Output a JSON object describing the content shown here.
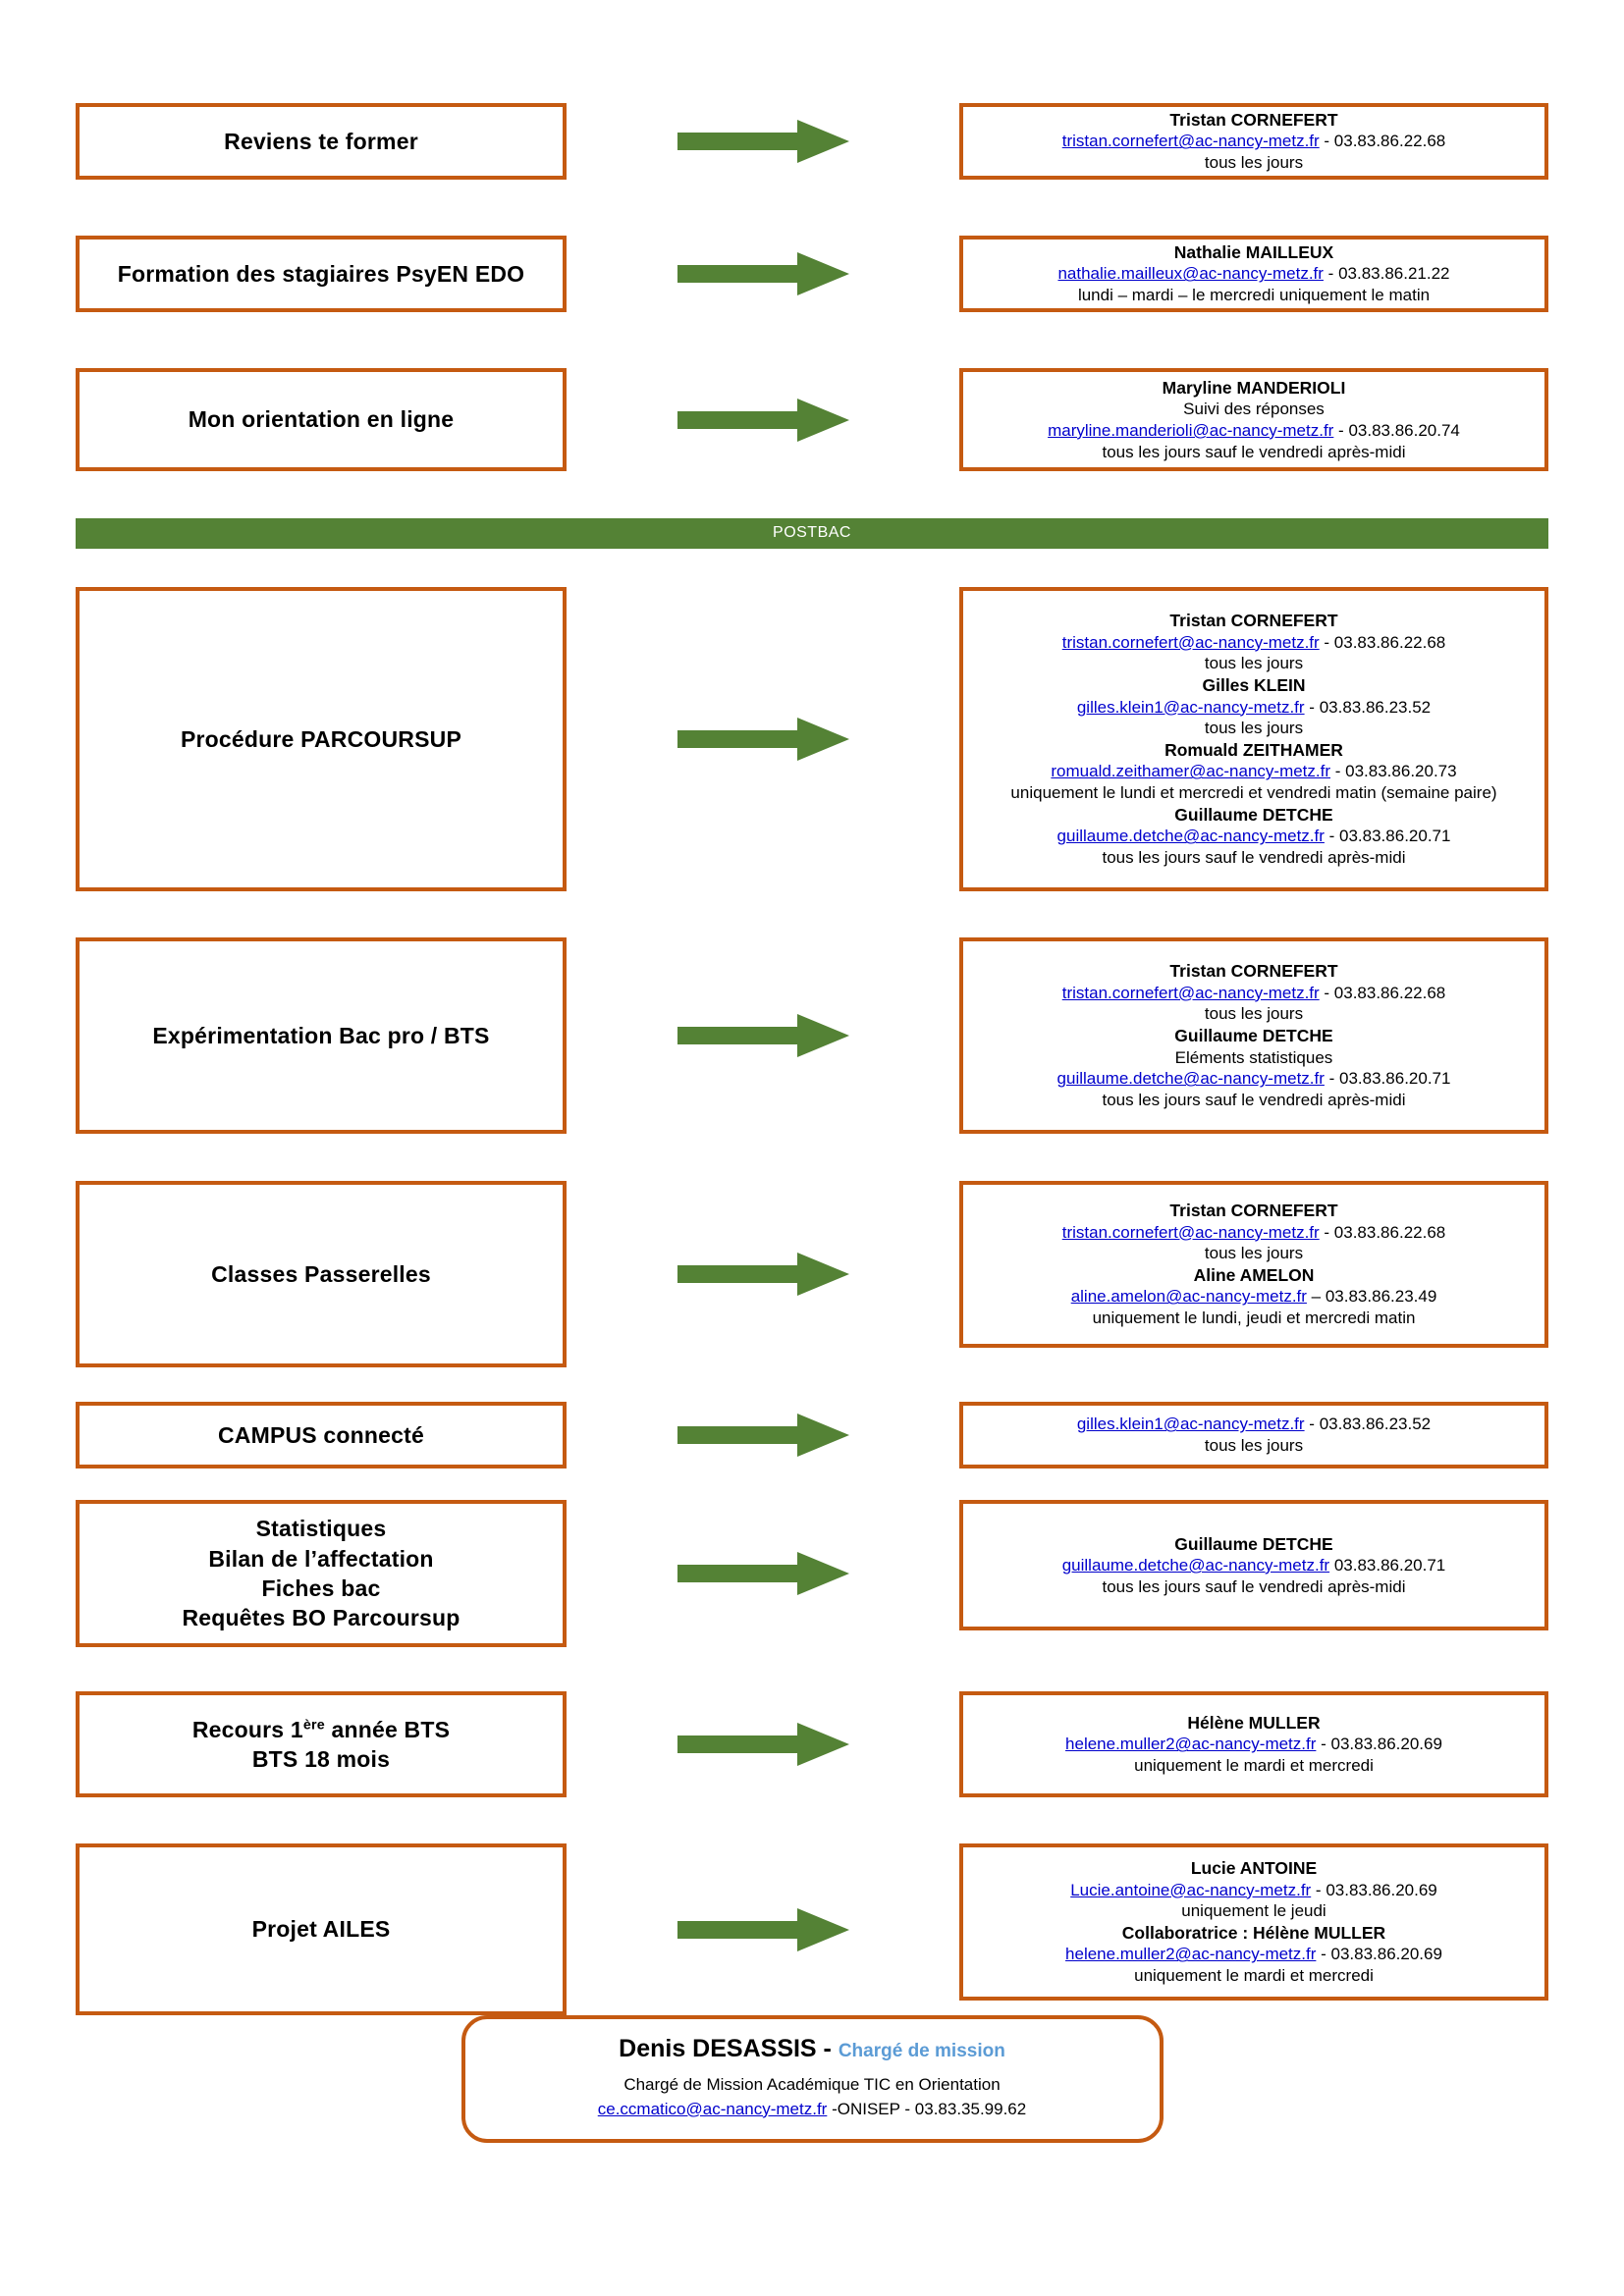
{
  "colors": {
    "box_border": "#C55A11",
    "arrow_green": "#548235",
    "banner_green": "#548235",
    "link_blue": "#0000CC",
    "role_blue": "#5B9BD5",
    "text": "#000000",
    "page_background": "#FFFFFF"
  },
  "banner": {
    "postbac_label": "POSTBAC"
  },
  "rows": [
    {
      "id": "reviens-te-former",
      "label": "Reviens te former",
      "contacts": [
        {
          "name": "Tristan CORNEFERT",
          "email": "tristan.cornefert@ac-nancy-metz.fr",
          "separator": " - ",
          "phone": "03.83.86.22.68",
          "availability": "tous les jours"
        }
      ]
    },
    {
      "id": "formation-stagiaires-psyen-edo",
      "label": "Formation des stagiaires PsyEN EDO",
      "contacts": [
        {
          "name": "Nathalie MAILLEUX",
          "email": "nathalie.mailleux@ac-nancy-metz.fr",
          "separator": " - ",
          "phone": "03.83.86.21.22",
          "availability": "lundi – mardi – le mercredi uniquement le matin"
        }
      ]
    },
    {
      "id": "mon-orientation-en-ligne",
      "label": "Mon orientation en ligne",
      "contacts": [
        {
          "name": "Maryline MANDERIOLI",
          "role": "Suivi des réponses",
          "email": "maryline.manderioli@ac-nancy-metz.fr",
          "separator": " - ",
          "phone": "03.83.86.20.74",
          "availability": "tous les jours sauf le vendredi après-midi"
        }
      ]
    },
    {
      "id": "procedure-parcoursup",
      "label": "Procédure PARCOURSUP",
      "contacts": [
        {
          "name": "Tristan CORNEFERT",
          "email": "tristan.cornefert@ac-nancy-metz.fr",
          "separator": " - ",
          "phone": "03.83.86.22.68",
          "availability": "tous les jours"
        },
        {
          "name": "Gilles KLEIN",
          "email": "gilles.klein1@ac-nancy-metz.fr",
          "separator": " - ",
          "phone": "03.83.86.23.52",
          "availability": "tous les jours"
        },
        {
          "name": "Romuald ZEITHAMER",
          "email": "romuald.zeithamer@ac-nancy-metz.fr",
          "separator": " - ",
          "phone": "03.83.86.20.73",
          "availability": "uniquement le lundi et mercredi et vendredi matin (semaine paire)"
        },
        {
          "name": "Guillaume DETCHE",
          "email": "guillaume.detche@ac-nancy-metz.fr",
          "separator": " - ",
          "phone": "03.83.86.20.71",
          "availability": "tous les jours sauf le vendredi après-midi"
        }
      ]
    },
    {
      "id": "experimentation-bac-pro-bts",
      "label": "Expérimentation Bac pro / BTS",
      "contacts": [
        {
          "name": "Tristan CORNEFERT",
          "email": "tristan.cornefert@ac-nancy-metz.fr",
          "separator": " - ",
          "phone": "03.83.86.22.68",
          "availability": "tous les jours"
        },
        {
          "name": "Guillaume DETCHE",
          "role": "Eléments statistiques",
          "email": "guillaume.detche@ac-nancy-metz.fr",
          "separator": " - ",
          "phone": "03.83.86.20.71",
          "availability": "tous les jours sauf le vendredi après-midi"
        }
      ]
    },
    {
      "id": "classes-passerelles",
      "label": "Classes Passerelles",
      "contacts": [
        {
          "name": "Tristan CORNEFERT",
          "email": "tristan.cornefert@ac-nancy-metz.fr",
          "separator": " - ",
          "phone": "03.83.86.22.68",
          "availability": "tous les jours"
        },
        {
          "name": "Aline AMELON",
          "email": "aline.amelon@ac-nancy-metz.fr",
          "separator": " – ",
          "phone": "03.83.86.23.49",
          "availability": "uniquement le lundi, jeudi et mercredi matin"
        }
      ]
    },
    {
      "id": "campus-connecte",
      "label": "CAMPUS connecté",
      "contacts": [
        {
          "name": "",
          "email": "gilles.klein1@ac-nancy-metz.fr",
          "separator": " - ",
          "phone": "03.83.86.23.52",
          "availability": "tous les jours"
        }
      ]
    },
    {
      "id": "statistiques-bilan-fiches-requetes",
      "label": "Statistiques\nBilan de l’affectation\nFiches bac\nRequêtes BO Parcoursup",
      "contacts": [
        {
          "name": "Guillaume DETCHE",
          "email": "guillaume.detche@ac-nancy-metz.fr",
          "separator": " ",
          "phone": "03.83.86.20.71",
          "availability": "tous les jours sauf le vendredi après-midi"
        }
      ]
    },
    {
      "id": "recours-1ere-annee-bts",
      "label": "Recours 1<sup>ère</sup> année BTS\nBTS 18 mois",
      "contacts": [
        {
          "name": "Hélène MULLER",
          "email": "helene.muller2@ac-nancy-metz.fr",
          "separator": " - ",
          "phone": "03.83.86.20.69",
          "availability": "uniquement le mardi et mercredi"
        }
      ]
    },
    {
      "id": "projet-ailes",
      "label": "Projet AILES",
      "contacts": [
        {
          "name": "Lucie ANTOINE",
          "email": "Lucie.antoine@ac-nancy-metz.fr",
          "separator": " - ",
          "phone": "03.83.86.20.69",
          "availability": "uniquement le jeudi"
        },
        {
          "name": "Collaboratrice : Hélène MULLER",
          "email": "helene.muller2@ac-nancy-metz.fr",
          "separator": " - ",
          "phone": "03.83.86.20.69",
          "availability": "uniquement le mardi et mercredi"
        }
      ]
    }
  ],
  "footer": {
    "name": "Denis DESASSIS",
    "dash": " - ",
    "role": "Chargé de mission",
    "subtitle": "Chargé de Mission Académique TIC en Orientation",
    "email": "ce.ccmatico@ac-nancy-metz.fr",
    "org": " -ONISEP - ",
    "phone": "03.83.35.99.62"
  }
}
